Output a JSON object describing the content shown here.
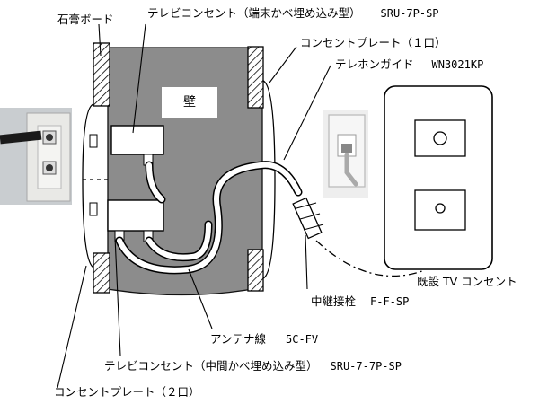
{
  "labels": {
    "gypsum_board": "石膏ボード",
    "tv_outlet_end": "テレビコンセント（端末かべ埋め込み型）",
    "tv_outlet_end_model": "SRU-7P-SP",
    "outlet_plate_1": "コンセントプレート（１口）",
    "telephone_guide": "テレホンガイド",
    "telephone_guide_model": "WN3021KP",
    "wall": "壁",
    "existing_tv_outlet": "既設 TV コンセント",
    "relay_connector": "中継接栓",
    "relay_connector_model": "F-F-SP",
    "antenna_cable": "アンテナ線",
    "antenna_cable_model": "5C-FV",
    "tv_outlet_mid": "テレビコンセント（中間かべ埋め込み型）",
    "tv_outlet_mid_model": "SRU-7-7P-SP",
    "outlet_plate_2": "コンセントプレート（２口）"
  }
}
